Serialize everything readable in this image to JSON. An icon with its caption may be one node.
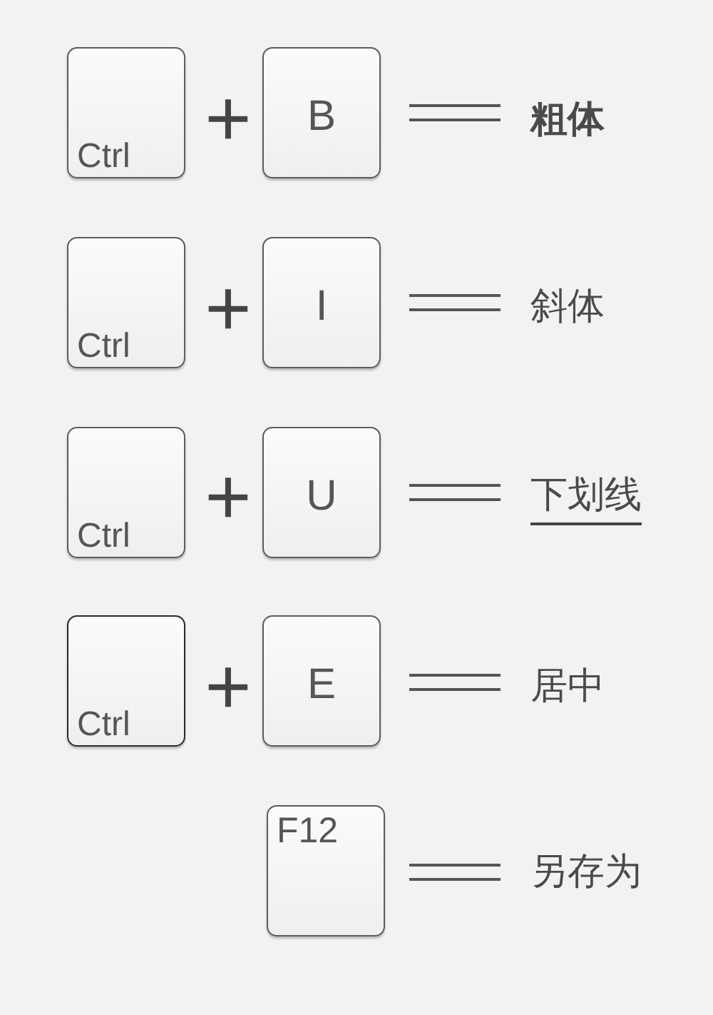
{
  "diagram": {
    "nodes": [
      {
        "text": [
          "Ctrl"
        ]
      },
      {
        "text": [
          "B"
        ]
      },
      {
        "text": [
          "Ctrl"
        ]
      },
      {
        "text": [
          "I"
        ]
      },
      {
        "text": [
          "Ctrl"
        ]
      },
      {
        "text": [
          "U"
        ]
      },
      {
        "text": [
          "Ctrl"
        ]
      },
      {
        "text": [
          "E"
        ]
      },
      {
        "text": [
          "F12"
        ]
      }
    ],
    "labels": [
      "+",
      "粗体",
      "+",
      "斜体",
      "+",
      "下划线",
      "+",
      "居中",
      "另存为"
    ]
  }
}
